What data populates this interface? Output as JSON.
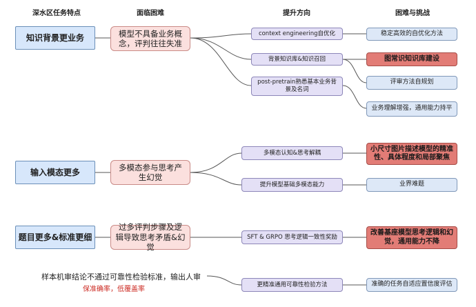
{
  "headers": {
    "features": "深水区任务特点",
    "difficulties": "面临困难",
    "directions": "提升方向",
    "challenges": "困难与挑战"
  },
  "rows": [
    {
      "feature": "知识背景更业务",
      "difficulty": "模型不具备业务概念，评判往往失准",
      "directions": [
        "context engineering自优化",
        "背景知识库&知识召回",
        "post-pretrain熟悉基本业务背景及名词"
      ],
      "challenges": [
        "稳定高效的自优化方法",
        "图常识知识库建设",
        "评审方法自规划",
        "业务理解增强，通用能力持平"
      ]
    },
    {
      "feature": "输入模态更多",
      "difficulty": "多模态参与思考产生幻觉",
      "directions": [
        "多模态认知&思考解耦",
        "提升模型基础多模态能力"
      ],
      "challenges": [
        "小尺寸图片描述模型的精准性、具体程度和局部聚焦",
        "业界难题"
      ]
    },
    {
      "feature": "题目更多&标准更细",
      "difficulty": "过多评判步骤及逻辑导致思考矛盾&幻觉",
      "directions": [
        "SFT & GRPO 思考逻辑一致性奖励"
      ],
      "challenges": [
        "改善基座模型思考逻辑和幻觉，通用能力不降"
      ]
    }
  ],
  "bottom": {
    "note": "样本机审结论不通过可靠性检验标准，输出人审",
    "note_red": "保准确率，低覆盖率",
    "direction": "更精准通用可靠性检验方法",
    "challenge": "准确的任务自适应置信度评估"
  }
}
